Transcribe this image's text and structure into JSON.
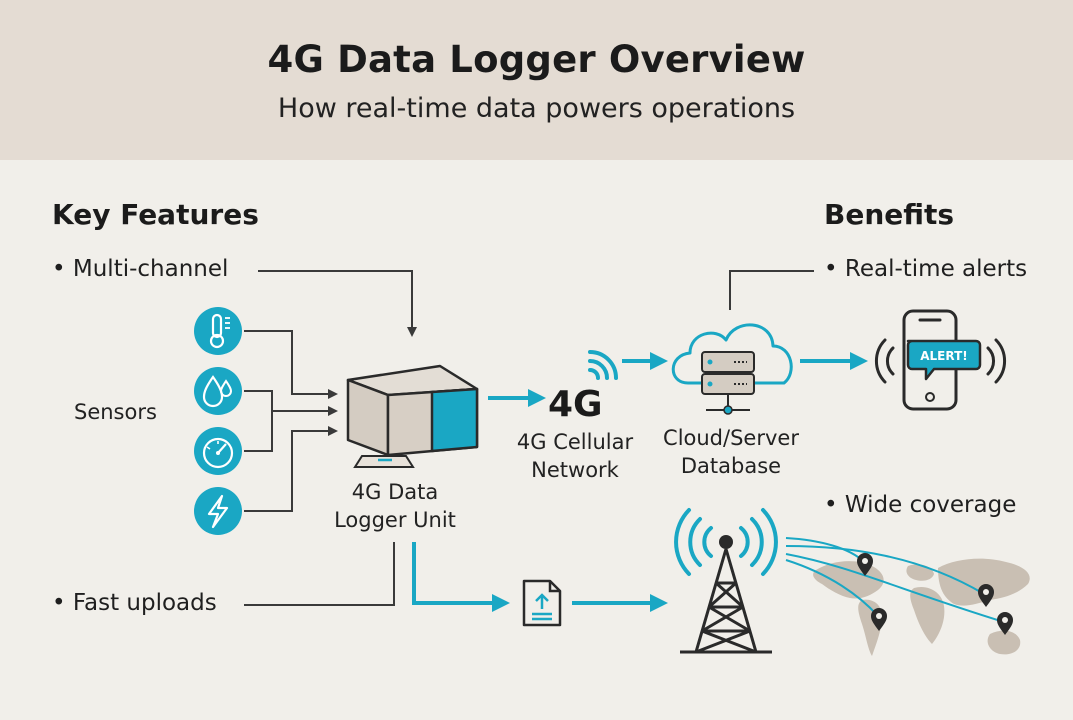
{
  "header": {
    "title": "4G Data Logger Overview",
    "subtitle": "How real-time data powers operations"
  },
  "features": {
    "heading": "Key Features",
    "items": [
      "• Multi-channel",
      "• Fast uploads"
    ]
  },
  "benefits": {
    "heading": "Benefits",
    "items": [
      "• Real-time alerts",
      "• Wide coverage"
    ]
  },
  "nodes": {
    "sensors_label": "Sensors",
    "logger_label_line1": "4G Data",
    "logger_label_line2": "Logger Unit",
    "network_mark": "4G",
    "network_label_line1": "4G Cellular",
    "network_label_line2": "Network",
    "cloud_label_line1": "Cloud/Server",
    "cloud_label_line2": "Database",
    "alert_text": "ALERT!"
  },
  "sensor_icons": [
    "thermometer-icon",
    "water-drop-icon",
    "gauge-icon",
    "lightning-icon"
  ],
  "colors": {
    "accent": "#1aa7c4",
    "header_bg": "#e4dcd3",
    "page_bg": "#f1efea",
    "line": "#3a3a3a",
    "map_land": "#c9bfb3",
    "device_body": "#d4ccc2"
  }
}
